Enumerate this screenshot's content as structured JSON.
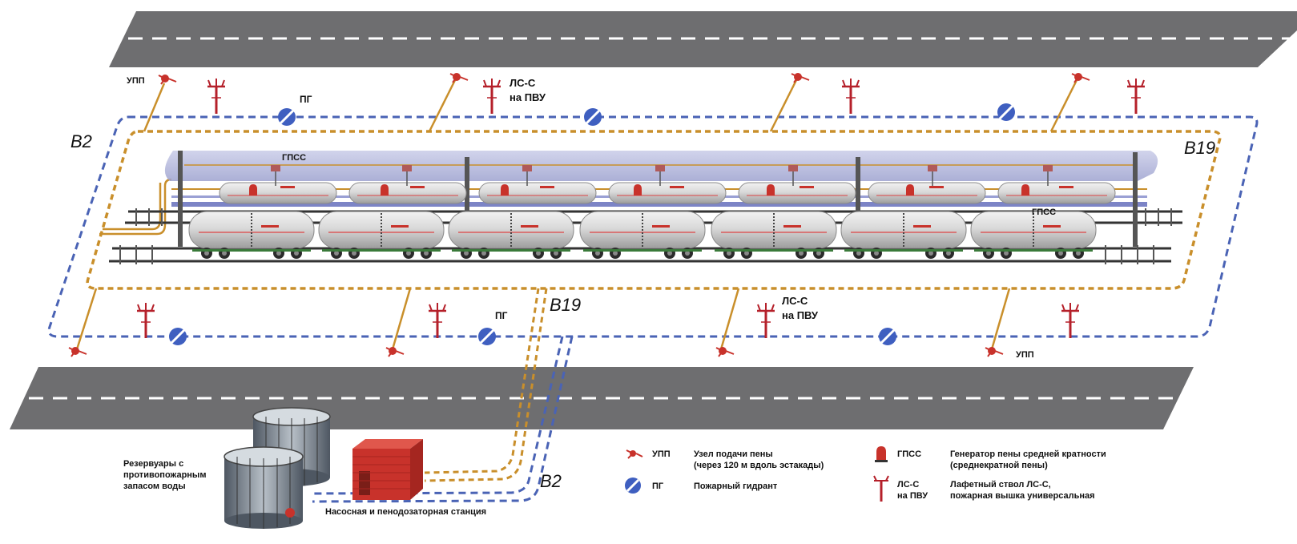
{
  "labels": {
    "upp_top": "УПП",
    "pg_top": "ПГ",
    "lss_top_line1": "ЛС-С",
    "lss_top_line2": "на ПВУ",
    "b2_left": "B2",
    "b19_right": "B19",
    "gpss_top": "ГПСС",
    "gpss_mid": "ГПСС",
    "b19_center": "B19",
    "pg_bottom": "ПГ",
    "lss_bottom_line1": "ЛС-С",
    "lss_bottom_line2": "на ПВУ",
    "upp_bottom": "УПП",
    "b2_bottom": "B2",
    "reservoirs_line1": "Резервуары с",
    "reservoirs_line2": "противопожарным",
    "reservoirs_line3": "запасом воды",
    "pump_station": "Насосная и пенодозаторная станция"
  },
  "legend": [
    {
      "code": "УПП",
      "text1": "Узел подачи пены",
      "text2": "(через 120 м вдоль эстакады)",
      "icon": "foam-feed-node-icon"
    },
    {
      "code": "ПГ",
      "text1": "Пожарный гидрант",
      "text2": "",
      "icon": "fire-hydrant-icon"
    },
    {
      "code": "ГПСС",
      "text1": "Генератор пены средней кратности",
      "text2": "(среднекратной пены)",
      "icon": "foam-generator-icon"
    },
    {
      "code1": "ЛС-С",
      "code2": "на ПВУ",
      "text1": "Лафетный ствол ЛС-С,",
      "text2": "пожарная вышка универсальная",
      "icon": "fire-monitor-tower-icon"
    }
  ],
  "colors": {
    "road": "#6e6e70",
    "water_line": "#4a63b5",
    "foam_line": "#c98f2b",
    "pump_house": "#c8322b",
    "hydrant": "#3f5fc0",
    "tower": "#b5202a"
  }
}
